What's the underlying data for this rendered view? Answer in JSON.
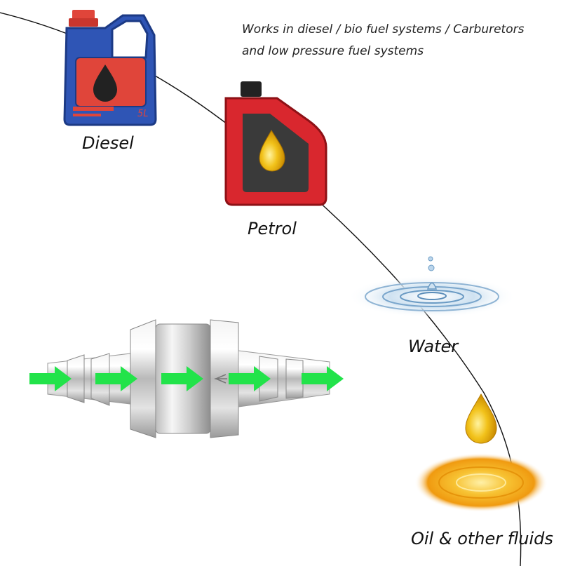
{
  "description": {
    "line1": "Works in diesel / bio fuel systems / Carburetors",
    "line2": "and low pressure fuel systems"
  },
  "labels": {
    "diesel": "Diesel",
    "petrol": "Petrol",
    "water": "Water",
    "oil": "Oil & other fluids"
  },
  "diesel_can_volume": "5L",
  "colors": {
    "diesel_can": "#2f55b5",
    "diesel_cap": "#e0453a",
    "petrol_can": "#d9272e",
    "petrol_panel": "#3a3a3a",
    "oil_drop": "#f2b705",
    "flow_arrow": "#22e34a",
    "water": "#9fc3de"
  },
  "icons": [
    "diesel-can-icon",
    "petrol-can-icon",
    "water-splash-icon",
    "oil-splash-icon",
    "check-valve-icon",
    "flow-arrow-icon"
  ]
}
